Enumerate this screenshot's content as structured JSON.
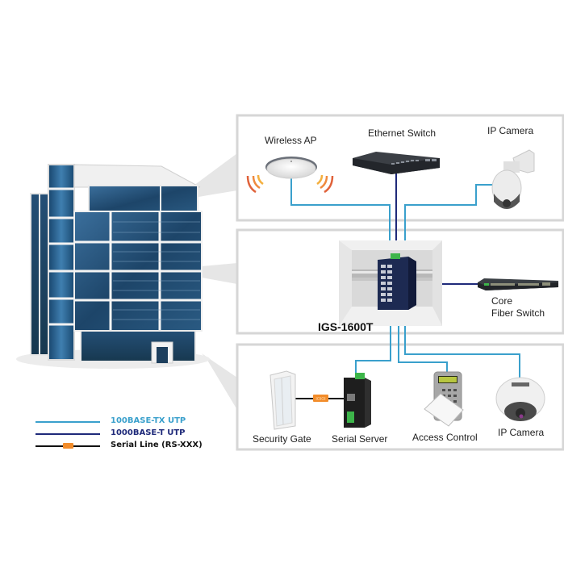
{
  "diagram": {
    "title": "IGS-1600T application diagram",
    "colors": {
      "fast_ethernet": "#3aa0cc",
      "gigabit": "#1f2a7a",
      "serial": "#111111",
      "serial_connector": "#f28c2a",
      "panel_border": "#d8d8d8",
      "beam": "#e4e4e4"
    },
    "panels": {
      "top": {
        "devices": [
          {
            "id": "wireless-ap",
            "label": "Wireless AP"
          },
          {
            "id": "ethernet-switch",
            "label": "Ethernet Switch"
          },
          {
            "id": "ip-camera-ptz",
            "label": "IP Camera"
          }
        ]
      },
      "middle": {
        "main_device": {
          "id": "igs-1600t",
          "label": "IGS-1600T"
        },
        "devices": [
          {
            "id": "core-fiber-switch",
            "label_line1": "Core",
            "label_line2": "Fiber Switch"
          }
        ]
      },
      "bottom": {
        "devices": [
          {
            "id": "security-gate",
            "label": "Security Gate"
          },
          {
            "id": "serial-server",
            "label": "Serial Server"
          },
          {
            "id": "access-control",
            "label": "Access Control"
          },
          {
            "id": "ip-camera-dome",
            "label": "IP Camera"
          }
        ]
      }
    },
    "legend": [
      {
        "type": "fast_ethernet",
        "label": "100BASE-TX UTP",
        "color": "#3aa0cc"
      },
      {
        "type": "gigabit",
        "label": "1000BASE-T UTP",
        "color": "#1f2a7a"
      },
      {
        "type": "serial",
        "label": "Serial Line (RS-XXX)",
        "color": "#111111"
      }
    ]
  }
}
